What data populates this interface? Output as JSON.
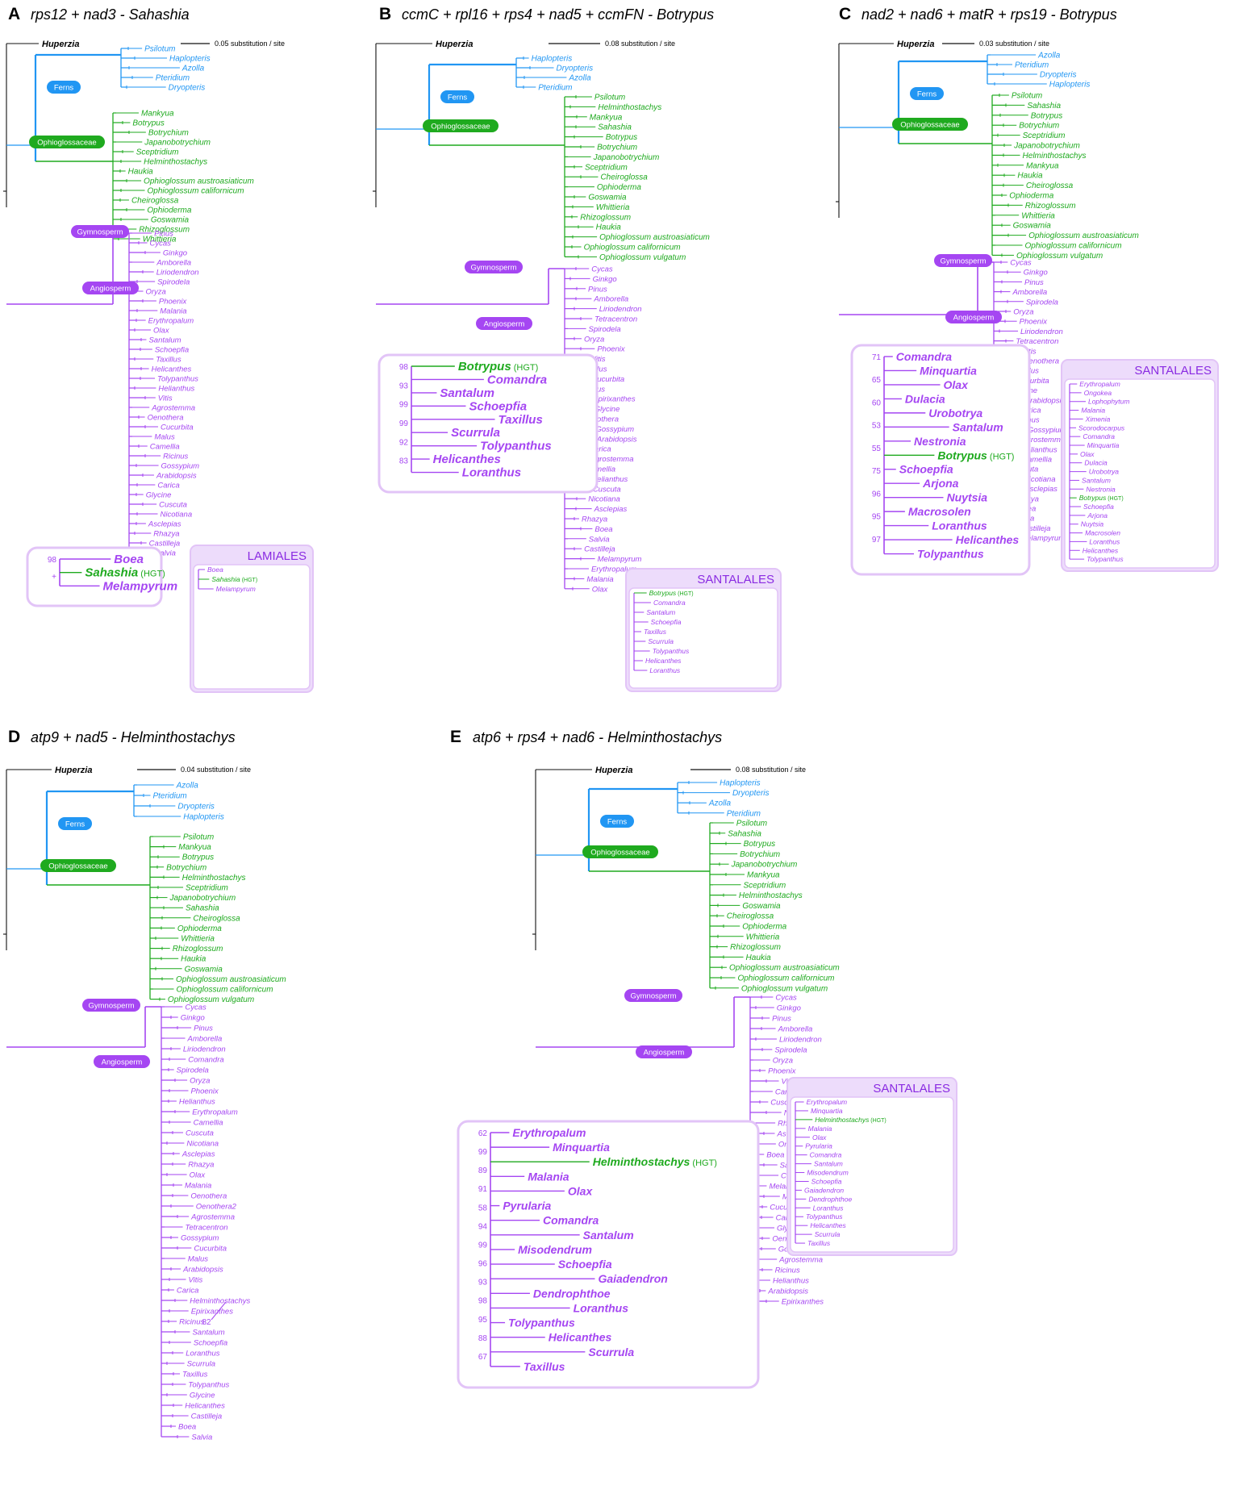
{
  "figure": {
    "colors": {
      "fern": "#2196f3",
      "ophio": "#1faa1f",
      "seed": "#a546f2",
      "root": "#111111",
      "box_border": "#e2c4f7",
      "box_fill": "#eddcfb"
    },
    "clade_labels": {
      "ferns": "Ferns",
      "ophio": "Ophioglossaceae",
      "gymno": "Gymnosperm",
      "angio": "Angiosperm"
    },
    "hgt_tag": "(HGT)",
    "root_taxon": "Huperzia"
  },
  "panels": [
    {
      "letter": "A",
      "title": "rps12 + nad3 - Sahashia",
      "scale_label": "0.05 substitution / site",
      "ferns": [
        "Psilotum",
        "Haplopteris",
        "Azolla",
        "Pteridium",
        "Dryopteris"
      ],
      "ophio": [
        "Mankyua",
        "Botrypus",
        "Botrychium",
        "Japanobotrychium",
        "Sceptridium",
        "Helminthostachys",
        "Haukia",
        "Ophioglossum austroasiaticum",
        "Ophioglossum californicum",
        "Cheiroglossa",
        "Ophioderma",
        "Goswamia",
        "Rhizoglossum",
        "Whittieria"
      ],
      "seed": [
        "Pinus",
        "Cycas",
        "Ginkgo",
        "Amborella",
        "Liriodendron",
        "Spirodela",
        "Oryza",
        "Phoenix",
        "Malania",
        "Erythropalum",
        "Olax",
        "Santalum",
        "Schoepfia",
        "Taxillus",
        "Helicanthes",
        "Tolypanthus",
        "Helianthus",
        "Vitis",
        "Agrostemma",
        "Oenothera",
        "Cucurbita",
        "Malus",
        "Camellia",
        "Ricinus",
        "Gossypium",
        "Arabidopsis",
        "Carica",
        "Glycine",
        "Cuscuta",
        "Nicotiana",
        "Asclepias",
        "Rhazya",
        "Castilleja",
        "Salvia"
      ],
      "box_label": "LAMIALES",
      "box_taxa": [
        "Boea",
        "Sahashia",
        "Melampyrum"
      ],
      "inset_taxa": [
        "Boea",
        "Sahashia",
        "Melampyrum"
      ],
      "bootstrap": [
        "98",
        "+"
      ]
    },
    {
      "letter": "B",
      "title": "ccmC + rpl16 + rps4 + nad5 + ccmFN - Botrypus",
      "scale_label": "0.08 substitution / site",
      "ferns": [
        "Haplopteris",
        "Dryopteris",
        "Azolla",
        "Pteridium"
      ],
      "ophio": [
        "Psilotum",
        "Helminthostachys",
        "Mankyua",
        "Sahashia",
        "Botrypus",
        "Botrychium",
        "Japanobotrychium",
        "Sceptridium",
        "Cheiroglossa",
        "Ophioderma",
        "Goswamia",
        "Whittieria",
        "Rhizoglossum",
        "Haukia",
        "Ophioglossum austroasiaticum",
        "Ophioglossum californicum",
        "Ophioglossum vulgatum"
      ],
      "seed": [
        "Cycas",
        "Ginkgo",
        "Pinus",
        "Amborella",
        "Liriodendron",
        "Tetracentron",
        "Spirodela",
        "Oryza",
        "Phoenix",
        "Vitis",
        "Malus",
        "Cucurbita",
        "Ricinus",
        "Epirixanthes",
        "Glycine",
        "Oenothera",
        "Gossypium",
        "Arabidopsis",
        "Carica",
        "Agrostemma",
        "Camellia",
        "Helianthus",
        "Cuscuta",
        "Nicotiana",
        "Asclepias",
        "Rhazya",
        "Boea",
        "Salvia",
        "Castilleja",
        "Melampyrum",
        "Erythropalum",
        "Malania",
        "Olax"
      ],
      "box_label": "SANTALALES",
      "box_taxa": [
        "Botrypus",
        "Comandra",
        "Santalum",
        "Schoepfia",
        "Taxillus",
        "Scurrula",
        "Tolypanthus",
        "Helicanthes",
        "Loranthus"
      ],
      "inset_taxa": [
        "Botrypus",
        "Comandra",
        "Santalum",
        "Schoepfia",
        "Taxillus",
        "Scurrula",
        "Tolypanthus",
        "Helicanthes",
        "Loranthus"
      ],
      "bootstrap": [
        "98",
        "93",
        "99",
        "99",
        "92",
        "83"
      ]
    },
    {
      "letter": "C",
      "title": "nad2 + nad6 + matR + rps19 - Botrypus",
      "scale_label": "0.03 substitution / site",
      "ferns": [
        "Azolla",
        "Pteridium",
        "Dryopteris",
        "Haplopteris"
      ],
      "ophio": [
        "Psilotum",
        "Sahashia",
        "Botrypus",
        "Botrychium",
        "Sceptridium",
        "Japanobotrychium",
        "Helminthostachys",
        "Mankyua",
        "Haukia",
        "Cheiroglossa",
        "Ophioderma",
        "Rhizoglossum",
        "Whittieria",
        "Goswamia",
        "Ophioglossum austroasiaticum",
        "Ophioglossum californicum",
        "Ophioglossum vulgatum"
      ],
      "seed": [
        "Cycas",
        "Ginkgo",
        "Pinus",
        "Amborella",
        "Spirodela",
        "Oryza",
        "Phoenix",
        "Liriodendron",
        "Tetracentron",
        "Vitis",
        "Oenothera",
        "Malus",
        "Cucurbita",
        "Glycine",
        "Arabidopsis",
        "Carica",
        "Ricinus",
        "Gossypium",
        "Agrostemma",
        "Helianthus",
        "Camellia",
        "Cuscuta",
        "Nicotiana",
        "Asclepias",
        "Rhazya",
        "Boea",
        "Salvia",
        "Castilleja",
        "Melampyrum"
      ],
      "box_label": "SANTALALES",
      "box_taxa": [
        "Erythropalum",
        "Ongokea",
        "Lophophytum",
        "Malania",
        "Ximenia",
        "Scorodocarpus",
        "Comandra",
        "Minquartia",
        "Olax",
        "Dulacia",
        "Urobotrya",
        "Santalum",
        "Nestronia",
        "Botrypus",
        "Schoepfia",
        "Arjona",
        "Nuytsia",
        "Macrosolen",
        "Loranthus",
        "Helicanthes",
        "Tolypanthus"
      ],
      "inset_taxa": [
        "Comandra",
        "Minquartia",
        "Olax",
        "Dulacia",
        "Urobotrya",
        "Santalum",
        "Nestronia",
        "Botrypus",
        "Schoepfia",
        "Arjona",
        "Nuytsia",
        "Macrosolen",
        "Loranthus",
        "Helicanthes",
        "Tolypanthus"
      ],
      "bootstrap": [
        "71",
        "65",
        "60",
        "53",
        "55",
        "75",
        "96",
        "95",
        "97"
      ]
    },
    {
      "letter": "D",
      "title": "atp9 + nad5 - Helminthostachys",
      "scale_label": "0.04 substitution / site",
      "ferns": [
        "Azolla",
        "Pteridium",
        "Dryopteris",
        "Haplopteris"
      ],
      "ophio": [
        "Psilotum",
        "Mankyua",
        "Botrypus",
        "Botrychium",
        "Helminthostachys",
        "Sceptridium",
        "Japanobotrychium",
        "Sahashia",
        "Cheiroglossa",
        "Ophioderma",
        "Whittieria",
        "Rhizoglossum",
        "Haukia",
        "Goswamia",
        "Ophioglossum austroasiaticum",
        "Ophioglossum californicum",
        "Ophioglossum vulgatum"
      ],
      "seed": [
        "Cycas",
        "Ginkgo",
        "Pinus",
        "Amborella",
        "Liriodendron",
        "Comandra",
        "Spirodela",
        "Oryza",
        "Phoenix",
        "Helianthus",
        "Erythropalum",
        "Camellia",
        "Cuscuta",
        "Nicotiana",
        "Asclepias",
        "Rhazya",
        "Olax",
        "Malania",
        "Oenothera",
        "Oenothera2",
        "Agrostemma",
        "Tetracentron",
        "Gossypium",
        "Cucurbita",
        "Malus",
        "Arabidopsis",
        "Vitis",
        "Carica",
        "Helminthostachys",
        "Epirixanthes",
        "Ricinus",
        "Santalum",
        "Schoepfia",
        "Loranthus",
        "Scurrula",
        "Taxillus",
        "Tolypanthus",
        "Glycine",
        "Helicanthes",
        "Castilleja",
        "Boea",
        "Salvia"
      ],
      "box_label": "",
      "box_taxa": [],
      "inset_taxa": [],
      "bootstrap": [
        "82"
      ]
    },
    {
      "letter": "E",
      "title": "atp6 + rps4 + nad6 - Helminthostachys",
      "scale_label": "0.08 substitution / site",
      "ferns": [
        "Haplopteris",
        "Dryopteris",
        "Azolla",
        "Pteridium"
      ],
      "ophio": [
        "Psilotum",
        "Sahashia",
        "Botrypus",
        "Botrychium",
        "Japanobotrychium",
        "Mankyua",
        "Sceptridium",
        "Helminthostachys",
        "Goswamia",
        "Cheiroglossa",
        "Ophioderma",
        "Whittieria",
        "Rhizoglossum",
        "Haukia",
        "Ophioglossum austroasiaticum",
        "Ophioglossum californicum",
        "Ophioglossum vulgatum"
      ],
      "seed": [
        "Cycas",
        "Ginkgo",
        "Pinus",
        "Amborella",
        "Liriodendron",
        "Spirodela",
        "Oryza",
        "Phoenix",
        "Vitis",
        "Camellia",
        "Cuscuta",
        "Nicotiana",
        "Rhazya",
        "Asclepias",
        "Ongokea",
        "Boea",
        "Salvia",
        "Castilleja",
        "Melampyrum",
        "Malus",
        "Cucurbita",
        "Carica",
        "Glycine",
        "Oenothera",
        "Gossypium",
        "Agrostemma",
        "Ricinus",
        "Helianthus",
        "Arabidopsis",
        "Epirixanthes"
      ],
      "box_label": "SANTALALES",
      "box_taxa": [
        "Erythropalum",
        "Minquartia",
        "Helminthostachys",
        "Malania",
        "Olax",
        "Pyrularia",
        "Comandra",
        "Santalum",
        "Misodendrum",
        "Schoepfia",
        "Gaiadendron",
        "Dendrophthoe",
        "Loranthus",
        "Tolypanthus",
        "Helicanthes",
        "Scurrula",
        "Taxillus"
      ],
      "inset_taxa": [
        "Erythropalum",
        "Minquartia",
        "Helminthostachys",
        "Malania",
        "Olax",
        "Pyrularia",
        "Comandra",
        "Santalum",
        "Misodendrum",
        "Schoepfia",
        "Gaiadendron",
        "Dendrophthoe",
        "Loranthus",
        "Tolypanthus",
        "Helicanthes",
        "Scurrula",
        "Taxillus"
      ],
      "bootstrap": [
        "62",
        "99",
        "89",
        "91",
        "58",
        "94",
        "99",
        "96",
        "93",
        "98",
        "95",
        "88",
        "67"
      ]
    }
  ]
}
